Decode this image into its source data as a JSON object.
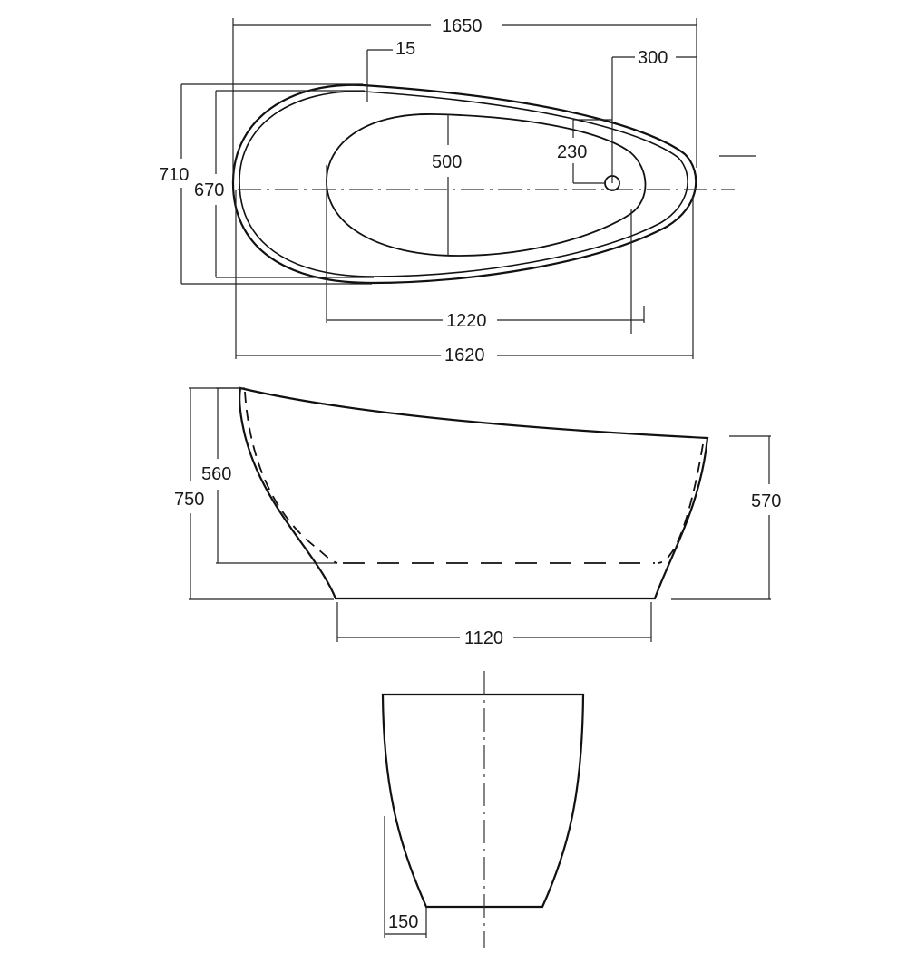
{
  "top_view": {
    "overall_length": "1650",
    "rim_thickness": "15",
    "drain_offset": "300",
    "overall_width": "710",
    "inner_width": "670",
    "basin_width": "500",
    "drain_distance": "230",
    "basin_length": "1220",
    "inner_length": "1620"
  },
  "side_view": {
    "basin_depth": "560",
    "overall_height": "750",
    "end_height": "570",
    "base_length": "1120"
  },
  "end_view": {
    "base_inset": "150"
  }
}
